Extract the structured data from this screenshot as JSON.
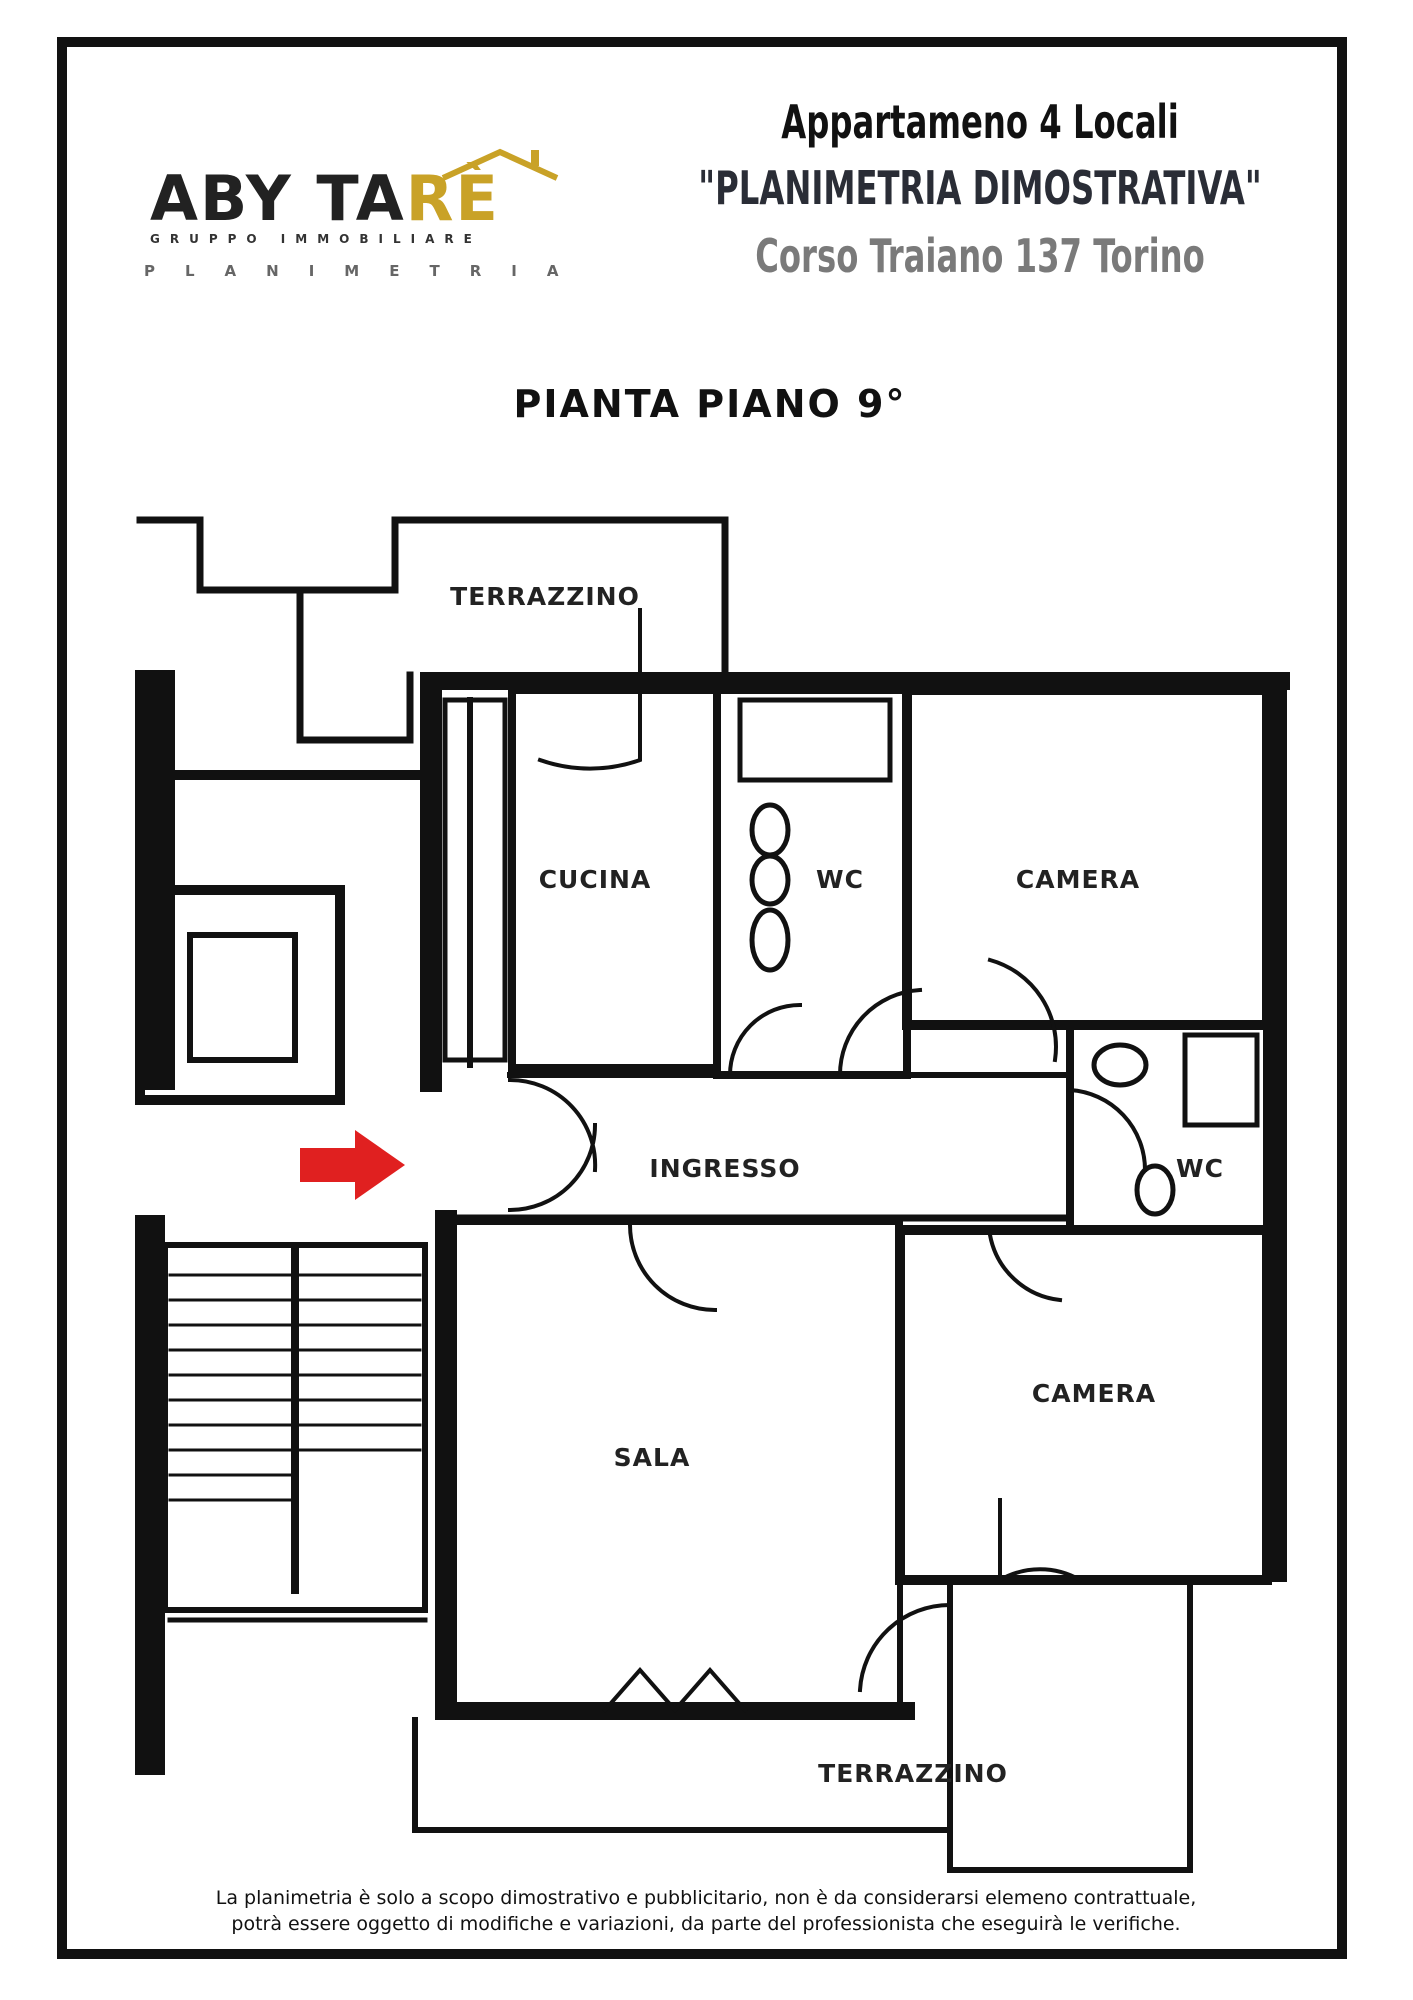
{
  "header": {
    "line1": "Appartameno 4 Locali",
    "line2": "\"PLANIMETRIA DIMOSTRATIVA\"",
    "line3": "Corso Traiano 137 Torino"
  },
  "logo": {
    "word_main": "ABY TA",
    "word_accent": "RÈ",
    "subtitle": "GRUPPO IMMOBILIARE",
    "tagline": "PLANIMETRIA"
  },
  "floor_title": "PIANTA PIANO 9°",
  "rooms": {
    "terrazzino_top": "TERRAZZINO",
    "cucina": "CUCINA",
    "wc_1": "WC",
    "camera_1": "CAMERA",
    "ingresso": "INGRESSO",
    "wc_2": "WC",
    "camera_2": "CAMERA",
    "sala": "SALA",
    "terrazzino_bottom": "TERRAZZINO"
  },
  "disclaimer": {
    "line1": "La planimetria è solo a scopo dimostrativo e pubblicitario, non è da considerarsi elemeno contrattuale,",
    "line2": "potrà essere oggetto di modifiche e variazioni, da parte del professionista che eseguirà le verifiche."
  },
  "colors": {
    "wall": "#111111",
    "arrow": "#e02020",
    "logo_gold": "#c9a227"
  }
}
